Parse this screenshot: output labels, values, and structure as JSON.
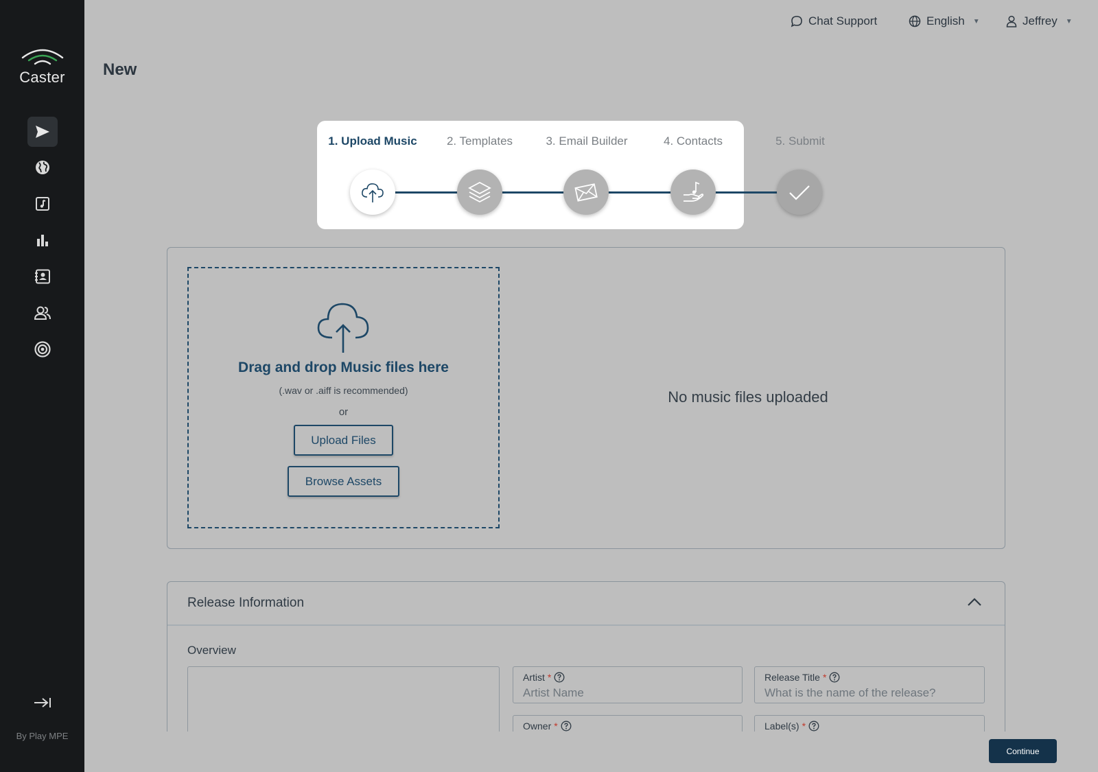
{
  "app": {
    "logo_text": "Caster",
    "by_line": "By Play MPE"
  },
  "topbar": {
    "chat_support": "Chat Support",
    "language": "English",
    "user": "Jeffrey"
  },
  "page": {
    "title": "New"
  },
  "stepper": {
    "steps": [
      {
        "label": "1. Upload Music",
        "icon": "cloud-upload-icon"
      },
      {
        "label": "2. Templates",
        "icon": "layers-icon"
      },
      {
        "label": "3. Email Builder",
        "icon": "envelope-icon"
      },
      {
        "label": "4. Contacts",
        "icon": "hand-music-icon"
      },
      {
        "label": "5. Submit",
        "icon": "check-icon"
      }
    ],
    "active_index": 0
  },
  "upload": {
    "title": "Drag and drop Music files here",
    "hint": "(.wav or .aiff is recommended)",
    "or": "or",
    "upload_button": "Upload Files",
    "browse_button": "Browse Assets",
    "empty_state": "No music files uploaded"
  },
  "release": {
    "title": "Release Information",
    "overview_label": "Overview",
    "fields": {
      "artist": {
        "label": "Artist",
        "placeholder": "Artist Name"
      },
      "release_title": {
        "label": "Release Title",
        "placeholder": "What is the name of the release?"
      },
      "owner": {
        "label": "Owner"
      },
      "labels": {
        "label": "Label(s)"
      }
    },
    "required_mark": "*"
  },
  "footer": {
    "continue": "Continue"
  },
  "colors": {
    "accent": "#1d4766",
    "sidebar": "#17191b",
    "background": "#bebebe",
    "required": "#c0392b"
  }
}
